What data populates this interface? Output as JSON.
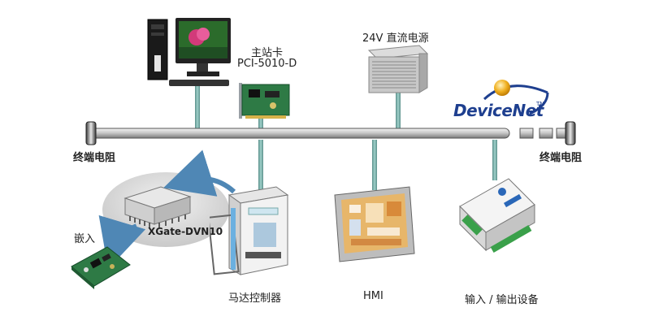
{
  "labels": {
    "master_card": "主站卡",
    "master_card_model": "PCI-5010-D",
    "power_supply": "24V 直流电源",
    "terminator_left": "终端电阻",
    "terminator_right": "终端电阻",
    "module": "XGate-DVN10",
    "embed": "嵌入",
    "motor_controller": "马达控制器",
    "hmi": "HMI",
    "io_device": "输入 / 输出设备"
  },
  "logo": {
    "text": "DeviceNet",
    "tm": "TM"
  },
  "colors": {
    "bus": "#c9c9c9",
    "pole": "#7fb8b2",
    "logo_blue": "#1e3f8f",
    "logo_orb": "#f0b020",
    "arrow": "#4f87b5",
    "pcb_green": "#2e7a45"
  }
}
